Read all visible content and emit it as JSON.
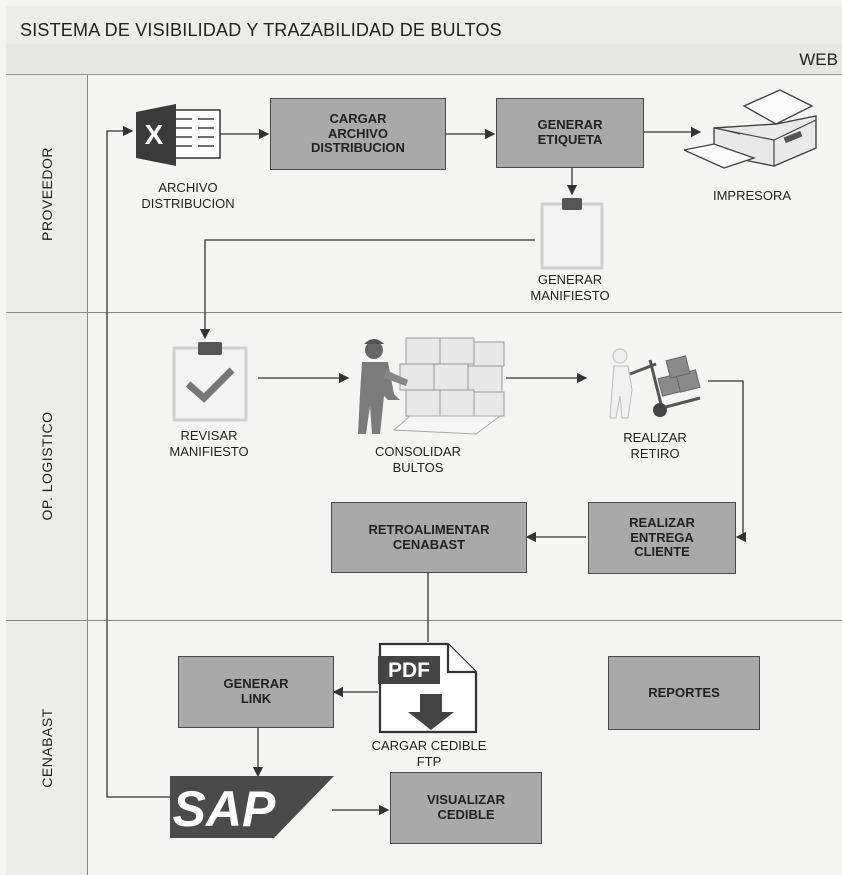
{
  "title": "SISTEMA DE VISIBILIDAD Y TRAZABILIDAD DE BULTOS",
  "system_label": "WEB",
  "lanes": [
    {
      "label": "PROVEEDOR"
    },
    {
      "label": "OP. LOGISTICO"
    },
    {
      "label": "CENABAST"
    }
  ],
  "nodes": {
    "archivo_distribucion": "ARCHIVO\nDISTRIBUCION",
    "cargar_archivo": "CARGAR\nARCHIVO\nDISTRIBUCION",
    "generar_etiqueta": "GENERAR\nETIQUETA",
    "impresora": "IMPRESORA",
    "generar_manifiesto": "GENERAR\nMANIFIESTO",
    "revisar_manifiesto": "REVISAR\nMANIFIESTO",
    "consolidar_bultos": "CONSOLIDAR\nBULTOS",
    "realizar_retiro": "REALIZAR\nRETIRO",
    "realizar_entrega": "REALIZAR\nENTREGA\nCLIENTE",
    "retroalimentar": "RETROALIMENTAR\nCENABAST",
    "generar_link": "GENERAR\nLINK",
    "cargar_cedible": "CARGAR CEDIBLE\nFTP",
    "reportes": "REPORTES",
    "visualizar_cedible": "VISUALIZAR\nCEDIBLE"
  },
  "icon_text": {
    "excel": "X",
    "pdf": "PDF",
    "sap": "SAP"
  },
  "colors": {
    "process_box": "#a8a9a8",
    "lane_header": "#ececea",
    "line": "#333333"
  },
  "icons": [
    "excel-file-icon",
    "printer-icon",
    "clipboard-icon",
    "clipboard-check-icon",
    "worker-boxes-icon",
    "hand-truck-icon",
    "pdf-download-icon",
    "sap-logo-icon"
  ]
}
